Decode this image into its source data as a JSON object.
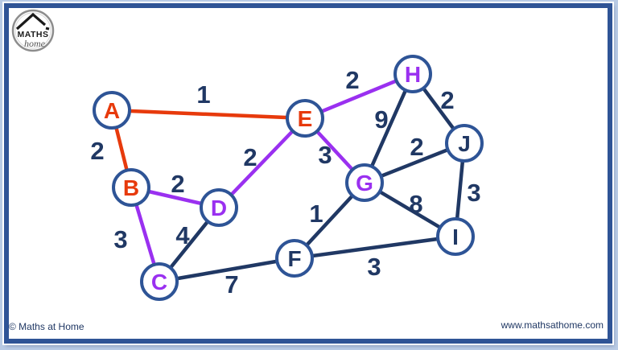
{
  "logo": {
    "text_top": "MATHS",
    "text_bottom": "home"
  },
  "footer": {
    "copyright": "© Maths at Home",
    "website": "www.mathsathome.com"
  },
  "colors": {
    "edge_red": "#e73a0c",
    "edge_purple": "#9a30f0",
    "edge_navy": "#203864",
    "node_stroke": "#2e5496",
    "frame_border": "#2f5496",
    "frame_background": "#b9cbe5"
  },
  "graph": {
    "nodes": [
      {
        "id": "A",
        "label": "A",
        "color": "red"
      },
      {
        "id": "B",
        "label": "B",
        "color": "red"
      },
      {
        "id": "C",
        "label": "C",
        "color": "purple"
      },
      {
        "id": "D",
        "label": "D",
        "color": "purple"
      },
      {
        "id": "E",
        "label": "E",
        "color": "red"
      },
      {
        "id": "F",
        "label": "F",
        "color": "navy"
      },
      {
        "id": "G",
        "label": "G",
        "color": "purple"
      },
      {
        "id": "H",
        "label": "H",
        "color": "purple"
      },
      {
        "id": "I",
        "label": "I",
        "color": "navy"
      },
      {
        "id": "J",
        "label": "J",
        "color": "navy"
      }
    ],
    "edges": [
      {
        "from": "A",
        "to": "E",
        "weight": "1",
        "color": "red"
      },
      {
        "from": "A",
        "to": "B",
        "weight": "2",
        "color": "red"
      },
      {
        "from": "B",
        "to": "D",
        "weight": "2",
        "color": "purple"
      },
      {
        "from": "B",
        "to": "C",
        "weight": "3",
        "color": "purple"
      },
      {
        "from": "C",
        "to": "D",
        "weight": "4",
        "color": "navy"
      },
      {
        "from": "C",
        "to": "F",
        "weight": "7",
        "color": "navy"
      },
      {
        "from": "D",
        "to": "E",
        "weight": "2",
        "color": "purple"
      },
      {
        "from": "E",
        "to": "G",
        "weight": "3",
        "color": "purple"
      },
      {
        "from": "E",
        "to": "H",
        "weight": "2",
        "color": "purple"
      },
      {
        "from": "F",
        "to": "G",
        "weight": "1",
        "color": "navy"
      },
      {
        "from": "F",
        "to": "I",
        "weight": "3",
        "color": "navy"
      },
      {
        "from": "G",
        "to": "H",
        "weight": "9",
        "color": "navy"
      },
      {
        "from": "G",
        "to": "I",
        "weight": "8",
        "color": "navy"
      },
      {
        "from": "G",
        "to": "J",
        "weight": "2",
        "color": "navy"
      },
      {
        "from": "H",
        "to": "J",
        "weight": "2",
        "color": "navy"
      },
      {
        "from": "I",
        "to": "J",
        "weight": "3",
        "color": "navy"
      }
    ]
  }
}
